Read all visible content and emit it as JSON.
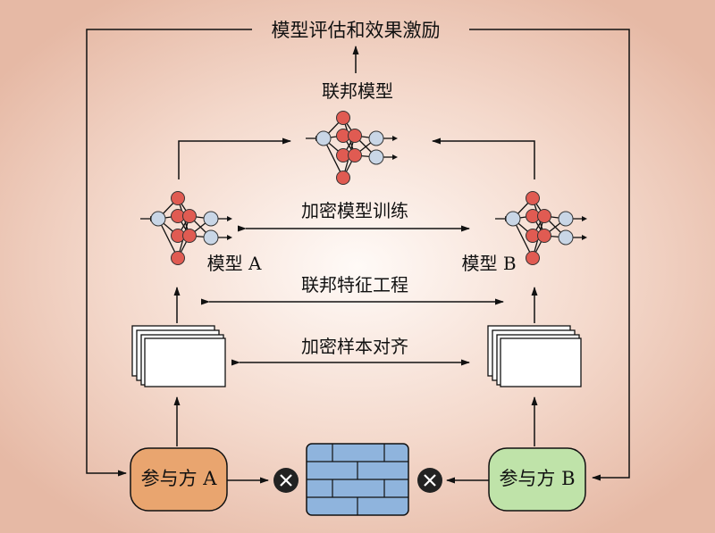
{
  "title": "模型评估和效果激励",
  "federated_model_label": "联邦模型",
  "model_a_label": "模型 A",
  "model_b_label": "模型 B",
  "encrypted_training_label": "加密模型训练",
  "federated_feature_label": "联邦特征工程",
  "sample_alignment_label": "加密样本对齐",
  "party_a_label": "参与方 A",
  "party_b_label": "参与方 B",
  "icons": [
    "neural-network-icon",
    "document-stack-icon",
    "firewall-icon",
    "blocked-icon"
  ],
  "colors": {
    "node_red": "#e05b52",
    "node_blue": "#c9d6e6",
    "party_a": "#e9a56f",
    "party_b": "#bfe3a9",
    "firewall": "#8fb4dd"
  }
}
